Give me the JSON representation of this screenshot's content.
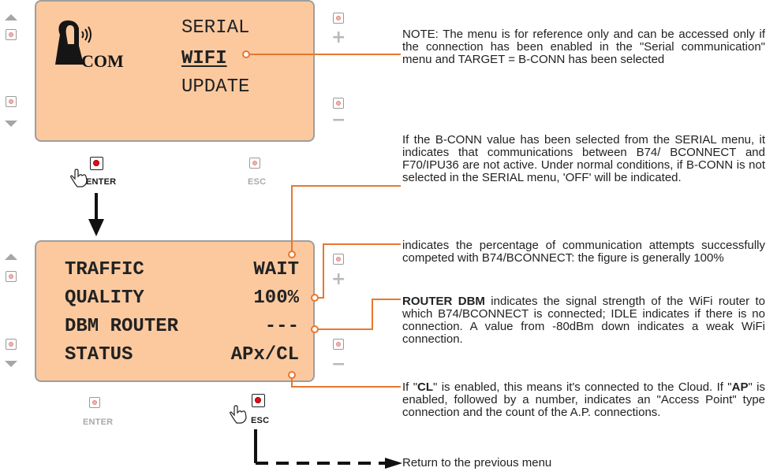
{
  "top_panel": {
    "logo_text": "COM",
    "menu_items": [
      "SERIAL",
      "WIFI",
      "UPDATE"
    ],
    "selected_item": "WIFI"
  },
  "bottom_panel": {
    "rows": [
      {
        "label": "TRAFFIC",
        "value": "WAIT"
      },
      {
        "label": "QUALITY",
        "value": "100%"
      },
      {
        "label": "DBM ROUTER",
        "value": "---"
      },
      {
        "label": "STATUS",
        "value": "APx/CL"
      }
    ]
  },
  "buttons": {
    "plus": "+",
    "minus": "−",
    "enter": "ENTER",
    "esc": "ESC"
  },
  "notes": {
    "note1": "NOTE: The menu is for reference only and can be accessed only if the connection has been enabled in the \"Serial communication\" menu and TARGET = B-CONN has been selected",
    "note2": "If the B-CONN value has been selected from the SERIAL menu, it indicates that communications between B74/ BCONNECT and F70/IPU36 are not active. Under normal conditions, if B-CONN is not selected in the SERIAL menu, 'OFF' will be indicated.",
    "note3": "indicates the percentage of communication attempts successfully competed with B74/BCONNECT: the figure is generally 100%",
    "note4_bold": "ROUTER DBM",
    "note4_rest": " indicates the signal strength of the WiFi router to which B74/BCONNECT is connected; IDLE indicates if there is no connection. A value from -80dBm down indicates a weak WiFi connection.",
    "note5_p1": "If \"",
    "note5_b1": "CL",
    "note5_p2": "\" is enabled, this means it's connected to the Cloud. If \"",
    "note5_b2": "AP",
    "note5_p3": "\" is enabled, followed by a number, indicates an \"Access Point\" type connection and the count of the A.P. connections.",
    "return_text": "Return to the previous menu"
  },
  "colors": {
    "lcd_bg": "#fcc99f",
    "connector": "#e8772e",
    "button_active": "#e30d17"
  }
}
